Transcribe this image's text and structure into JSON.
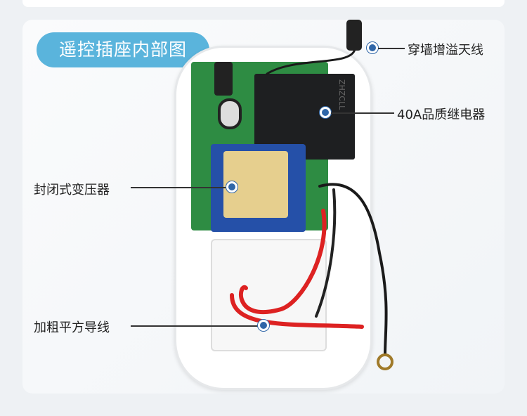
{
  "title_badge": "遥控插座内部图",
  "relay_marking": "ZHZCLL",
  "callouts": {
    "antenna": "穿墙增溢天线",
    "relay": "40A品质继电器",
    "transformer": "封闭式变压器",
    "wire": "加粗平方导线"
  },
  "colors": {
    "badge": "#5ab4dc",
    "dot": "#2f66a8"
  }
}
